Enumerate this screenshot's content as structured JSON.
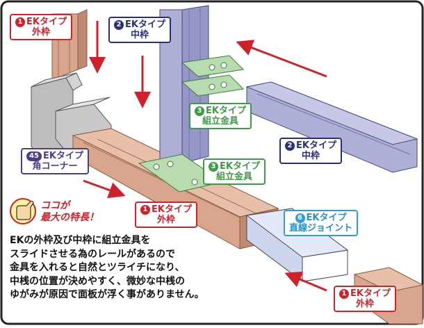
{
  "labels": {
    "outer_frame_top_left": {
      "num": "1",
      "line1": "EKタイプ",
      "line2": "外枠"
    },
    "mid_frame_top": {
      "num": "2",
      "line1": "EKタイプ",
      "line2": "中枠"
    },
    "assembly_fitting_upper": {
      "num": "3",
      "line1": "EKタイプ",
      "line2": "組立金具"
    },
    "mid_frame_right": {
      "num": "2",
      "line1": "EKタイプ",
      "line2": "中枠"
    },
    "corner": {
      "num": "45",
      "line1": "EKタイプ",
      "line2": "角コーナー"
    },
    "assembly_fitting_lower": {
      "num": "3",
      "line1": "EKタイプ",
      "line2": "組立金具"
    },
    "outer_frame_center": {
      "num": "1",
      "line1": "EKタイプ",
      "line2": "外枠"
    },
    "straight_joint": {
      "num": "6",
      "line1": "EKタイプ",
      "line2": "直線ジョイント"
    },
    "outer_frame_bottom_right": {
      "num": "1",
      "line1": "EKタイプ",
      "line2": "外枠"
    }
  },
  "feature_badge": {
    "line1": "ココが",
    "line2": "最大の特長！"
  },
  "description": [
    "EKの外枠及び中枠に組立金具を",
    "スライドさせる為のレールがあるので",
    "金具を入れると自然とツライチになり、",
    "中桟の位置が決めやすく、微妙な中桟の",
    "ゆがみが原因で面板が浮く事がありません。"
  ],
  "colors": {
    "red": "#d0202a",
    "navy": "#2a2f7a",
    "green": "#3e9b45",
    "purple": "#4d3b8c",
    "blue": "#2aa0d6",
    "outer_frame": "#d9a58c",
    "mid_frame": "#aeb0d8",
    "fitting": "#b8dcb0",
    "corner": "#bdbdbd",
    "joint": "#cdd6ec"
  }
}
